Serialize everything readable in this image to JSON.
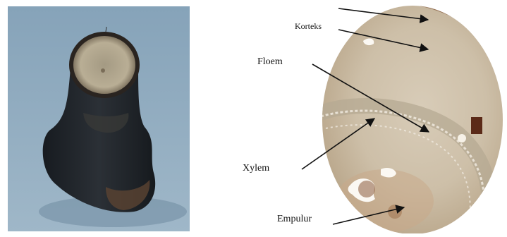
{
  "labels": {
    "korteks": "Korteks",
    "floem": "Floem",
    "xylem": "Xylem",
    "empulur": "Empulur"
  },
  "colors": {
    "photo_background": "#7d9bb2",
    "stem_dark": "#1e2328",
    "cut_surface": "#b7aa8f",
    "micrograph_base": "#cfc2ad",
    "arrow": "#111111"
  }
}
